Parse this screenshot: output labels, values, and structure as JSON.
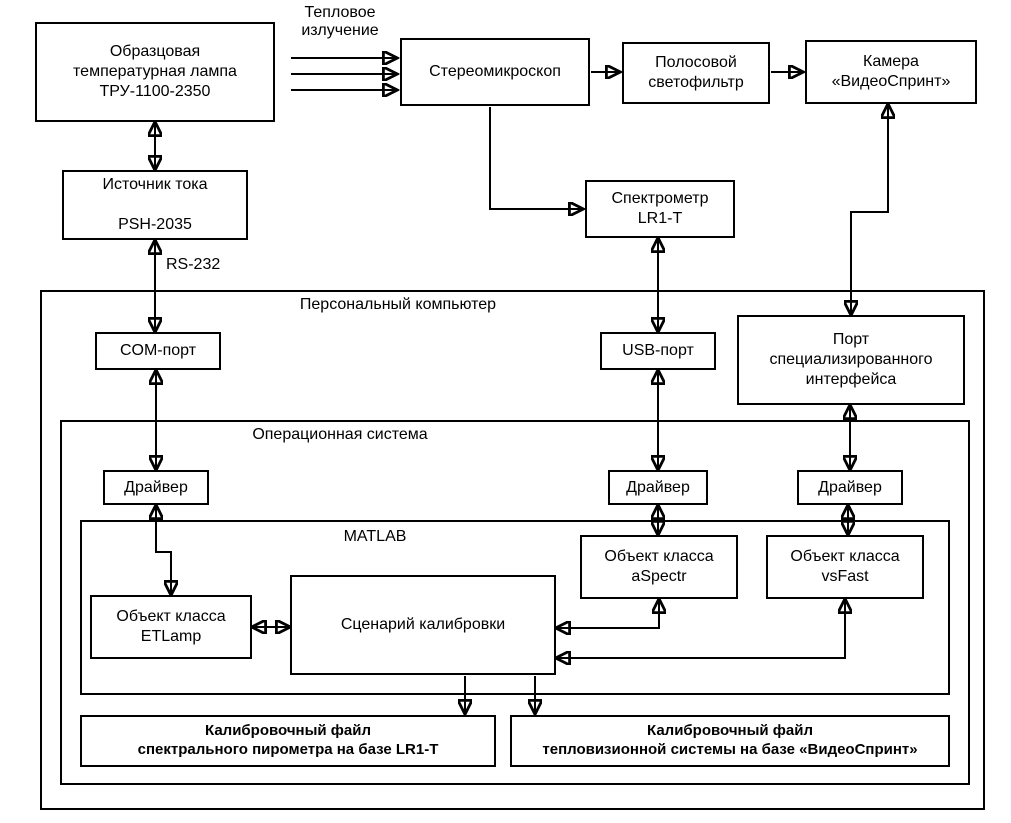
{
  "diagram": {
    "lamp": "Образцовая\nтемпературная лампа\nТРУ-1100-2350",
    "thermal": "Тепловое\nизлучение",
    "stereo": "Стереомикроскоп",
    "filter": "Полосовой\nсветофильтр",
    "camera": "Камера\n«ВидеоСпринт»",
    "source": "Источник тока\n\nPSH-2035",
    "spectrometer": "Спектрометр\nLR1-T",
    "rs232": "RS-232",
    "pc": "Персональный компьютер",
    "com": "COM-порт",
    "usb": "USB-порт",
    "port_special": "Порт\nспециализированного\nинтерфейса",
    "os": "Операционная система",
    "driver1": "Драйвер",
    "driver2": "Драйвер",
    "driver3": "Драйвер",
    "matlab": "MATLAB",
    "aspectr": "Объект класса\naSpectr",
    "vsfast": "Объект класса\nvsFast",
    "etlamp": "Объект класса\nETLamp",
    "scenario": "Сценарий калибровки",
    "file_left": "Калибровочный файл\nспектрального пирометра на базе LR1-T",
    "file_right": "Калибровочный файл\nтепловизионной системы на базе «ВидеоСпринт»"
  }
}
